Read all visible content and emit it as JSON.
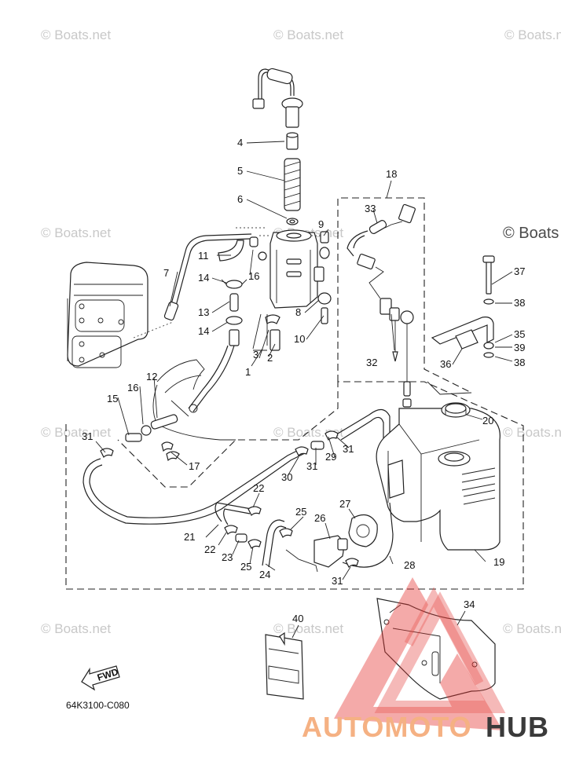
{
  "watermarks": [
    "© Boats.net",
    "© Boats.net",
    "© Boats.net",
    "© Boats.net",
    "© Boats.net",
    "© Boats.net",
    "© Boats.net",
    "© Boats.net",
    "© Boats.net",
    "© Boats.net",
    "© Boats.net"
  ],
  "watermark_big": "© Boats",
  "diagram_code": "64K3100-C080",
  "fwd_label": "FWD",
  "logo": {
    "part1": "AUTOMOTO",
    "part2": "HUB",
    "color1": "#f5b183",
    "color2": "#3a3a3a",
    "triangle_color": "#e53935"
  },
  "callouts": {
    "c1": "1",
    "c2": "2",
    "c3": "3",
    "c4": "4",
    "c5": "5",
    "c6": "6",
    "c7": "7",
    "c8": "8",
    "c9": "9",
    "c10": "10",
    "c11": "11",
    "c12": "12",
    "c13": "13",
    "c14a": "14",
    "c14b": "14",
    "c15": "15",
    "c16a": "16",
    "c16b": "16",
    "c17": "17",
    "c18": "18",
    "c19": "19",
    "c20": "20",
    "c21": "21",
    "c22a": "22",
    "c22b": "22",
    "c23": "23",
    "c24": "24",
    "c25a": "25",
    "c25b": "25",
    "c26": "26",
    "c27": "27",
    "c28": "28",
    "c29": "29",
    "c30": "30",
    "c31a": "31",
    "c31b": "31",
    "c31c": "31",
    "c31d": "31",
    "c32": "32",
    "c33": "33",
    "c34": "34",
    "c35": "35",
    "c36": "36",
    "c37": "37",
    "c38a": "38",
    "c38b": "38",
    "c39": "39",
    "c40": "40"
  }
}
